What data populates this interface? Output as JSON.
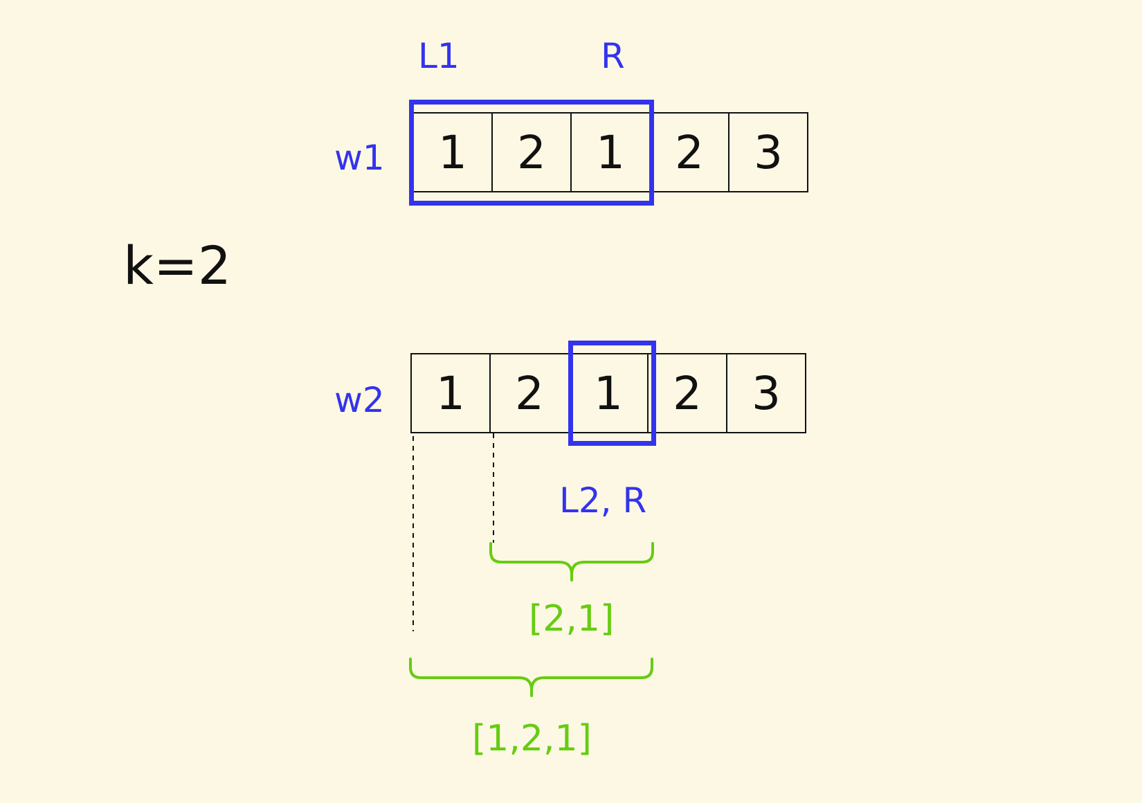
{
  "colors": {
    "background": "#fdf8e4",
    "blue": "#3333ee",
    "green": "#66cc11",
    "ink": "#111111"
  },
  "k_label": "k=2",
  "window1": {
    "row_label": "w1",
    "left_label": "L1",
    "right_label": "R",
    "cells": [
      "1",
      "2",
      "1",
      "2",
      "3"
    ],
    "highlight_cells": [
      0,
      2
    ]
  },
  "window2": {
    "row_label": "w2",
    "pointer_label": "L2, R",
    "cells": [
      "1",
      "2",
      "1",
      "2",
      "3"
    ],
    "highlight_cells": [
      2,
      2
    ]
  },
  "braces": {
    "inner_label": "[2,1]",
    "outer_label": "[1,2,1]"
  }
}
